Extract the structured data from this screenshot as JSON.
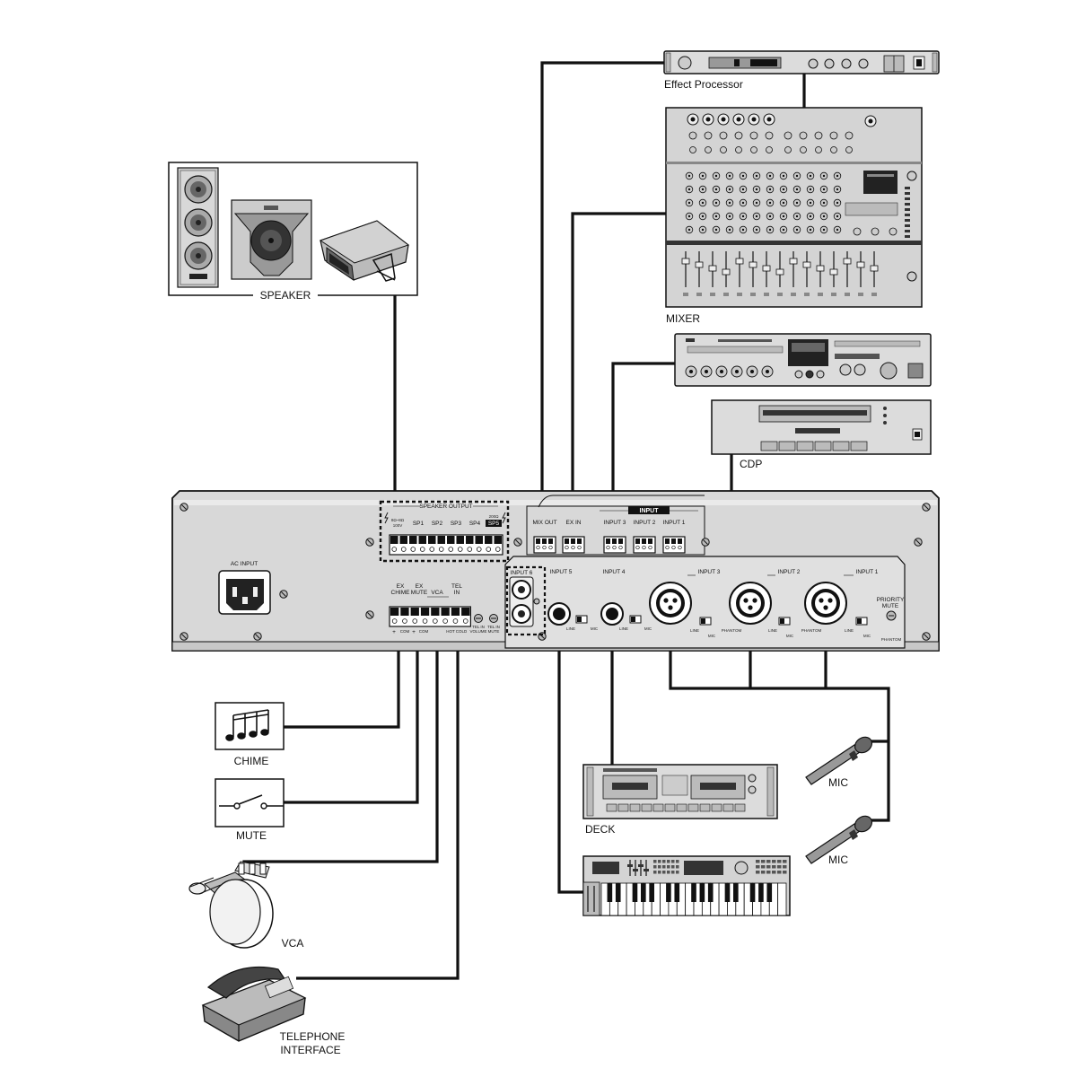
{
  "devices": {
    "effect_processor": "Effect Processor",
    "mixer": "MIXER",
    "cdp": "CDP",
    "speaker": "SPEAKER",
    "chime": "CHIME",
    "mute": "MUTE",
    "vca": "VCA",
    "telephone_line1": "TELEPHONE",
    "telephone_line2": "INTERFACE",
    "deck": "DECK",
    "mic_upper": "MIC",
    "mic_lower": "MIC"
  },
  "amplifier": {
    "ac_input": "AC INPUT",
    "speaker_output": "SPEAKER OUTPUT",
    "impedance_low": "8Ω~8Ω",
    "impedance_low_sub": "100V",
    "impedance_high": "200Ω",
    "sp_labels": [
      "SP1",
      "SP2",
      "SP3",
      "SP4",
      "SP5"
    ],
    "mix_out": "MIX OUT",
    "ex_in": "EX IN",
    "input_group": "INPUT",
    "rear_line_inputs": [
      "INPUT 3",
      "INPUT 2",
      "INPUT 1"
    ],
    "ex_chime": [
      "EX",
      "CHIME"
    ],
    "ex_mute": [
      "EX",
      "MUTE"
    ],
    "vca": "VCA",
    "tel_in": [
      "TEL",
      "IN"
    ],
    "tel_in_volume": [
      "TEL IN",
      "VOLUME"
    ],
    "tel_in_mute": [
      "TEL IN",
      "MUTE"
    ],
    "term_plus": "+",
    "term_com": "COM",
    "term_hot": "HOT",
    "term_cold": "COLD",
    "input6": "INPUT 6",
    "input5": "INPUT 5",
    "input4": "INPUT 4",
    "front_xlr_inputs": [
      "INPUT 3",
      "INPUT 2",
      "INPUT 1"
    ],
    "line": "LINE",
    "mic": "MIC",
    "phantom": "PHANTOM",
    "priority_mute": [
      "PRIORITY",
      "MUTE"
    ]
  }
}
